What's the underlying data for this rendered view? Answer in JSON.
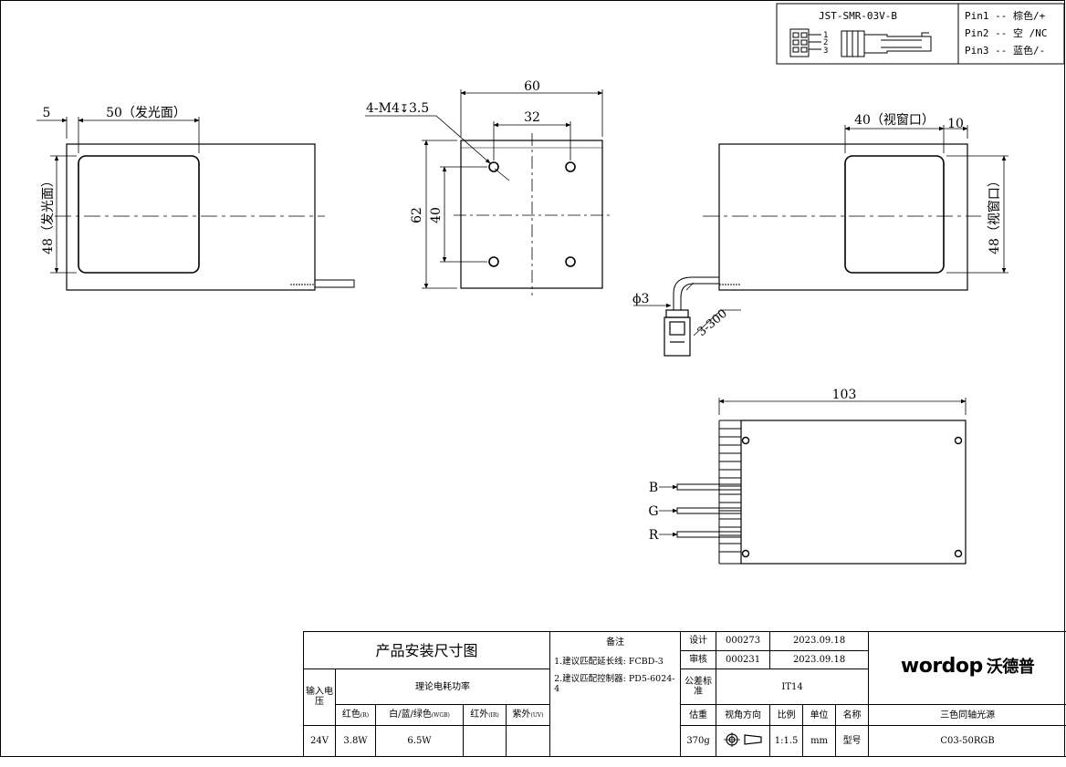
{
  "connector": {
    "model": "JST-SMR-03V-B",
    "pin_numbers": [
      "1",
      "2",
      "3"
    ],
    "pins": [
      "Pin1 -- 棕色/+",
      "Pin2 -- 空 /NC",
      "Pin3 -- 蓝色/-"
    ]
  },
  "front_view": {
    "dim_edge": "5",
    "dim_width": "50（发光面）",
    "dim_height": "48（发光面）"
  },
  "back_view": {
    "dim_outer_width": "60",
    "dim_hole_width": "32",
    "dim_outer_height": "62",
    "dim_hole_height": "40",
    "thread_note": "4-M4",
    "thread_depth": "3.5"
  },
  "side_view": {
    "dim_window_width": "40（视窗口）",
    "dim_edge": "10",
    "dim_window_height": "48（视窗口）",
    "cable_diameter": "3",
    "cable_length": "3-300"
  },
  "top_view": {
    "dim_length": "103",
    "wire_labels": [
      "B",
      "G",
      "R"
    ]
  },
  "title_block": {
    "title": "产品安装尺寸图",
    "power_header": "理论电耗功率",
    "voltage_header": "输入电压",
    "col_red": "红色",
    "col_red_sub": "(R)",
    "col_wg": "白/蓝/绿色",
    "col_wg_sub": "(WGB)",
    "col_ir": "红外",
    "col_ir_sub": "(IR)",
    "col_uv": "紫外",
    "col_uv_sub": "(UV)",
    "voltage": "24V",
    "power_red": "3.8W",
    "power_wg": "6.5W",
    "remarks_title": "备注",
    "remark_1": "1.建议匹配延长线: FCBD-3",
    "remark_2": "2.建议匹配控制器: PD5-6024-4",
    "design_label": "设计",
    "design_id": "000273",
    "design_date": "2023.09.18",
    "review_label": "审核",
    "review_id": "000231",
    "review_date": "2023.09.18",
    "tolerance_label": "公差标准",
    "tolerance_value": "IT14",
    "weight_label": "估重",
    "weight_value": "370g",
    "view_label": "视角方向",
    "scale_label": "比例",
    "scale_value": "1:1.5",
    "unit_label": "单位",
    "unit_value": "mm",
    "name_label": "名称",
    "name_value": "三色同轴光源",
    "model_label": "型号",
    "model_value": "C03-50RGB",
    "logo_en": "wordop",
    "logo_cn": "沃德普"
  }
}
